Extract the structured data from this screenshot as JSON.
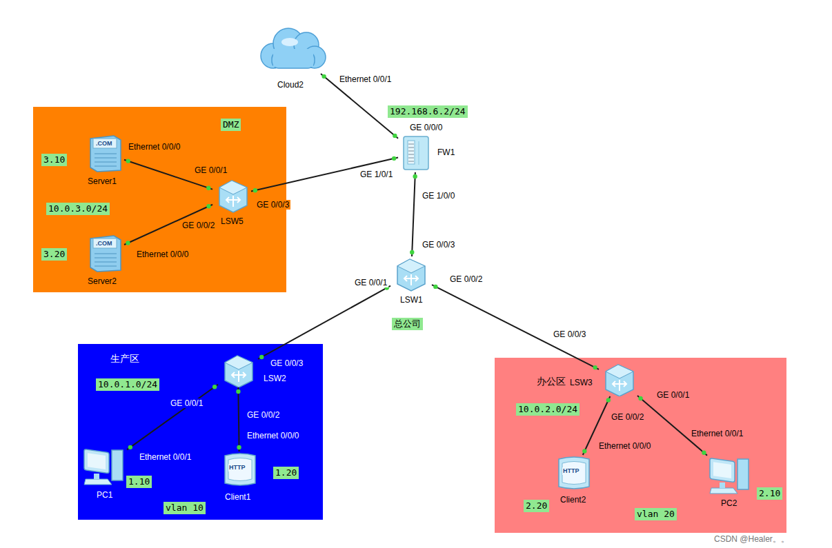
{
  "diagram": {
    "nodes": [
      {
        "text": [
          "Cloud2"
        ]
      },
      {
        "text": [
          "DMZ"
        ]
      },
      {
        "text": [
          "Server1"
        ],
        "in": 1
      },
      {
        "text": [
          "LSW5"
        ],
        "in": 1
      },
      {
        "text": [
          "Server2"
        ],
        "in": 1
      },
      {
        "text": [
          "FW1"
        ]
      },
      {
        "text": [
          "LSW1"
        ]
      },
      {
        "text": [
          "生产区"
        ]
      },
      {
        "text": [
          "LSW2"
        ],
        "in": 7
      },
      {
        "text": [
          "PC1"
        ],
        "in": 7
      },
      {
        "text": [
          "Client1"
        ],
        "in": 7
      },
      {
        "text": [
          "办公区"
        ]
      },
      {
        "text": [
          "LSW3"
        ],
        "in": 11
      },
      {
        "text": [
          "Client2"
        ],
        "in": 11
      },
      {
        "text": [
          "PC2"
        ],
        "in": 11
      }
    ],
    "edges": [
      {
        "from": 0,
        "to": 5,
        "arrow": "none"
      },
      {
        "from": 5,
        "to": 3,
        "arrow": "none"
      },
      {
        "from": 5,
        "to": 6,
        "arrow": "none"
      },
      {
        "from": 3,
        "to": 2,
        "arrow": "none"
      },
      {
        "from": 3,
        "to": 4,
        "arrow": "none"
      },
      {
        "from": 6,
        "to": 8,
        "arrow": "none"
      },
      {
        "from": 6,
        "to": 12,
        "arrow": "none"
      },
      {
        "from": 8,
        "to": 9,
        "arrow": "none"
      },
      {
        "from": 8,
        "to": 10,
        "arrow": "none"
      },
      {
        "from": 12,
        "to": 13,
        "arrow": "none"
      },
      {
        "from": 12,
        "to": 14,
        "arrow": "none"
      }
    ],
    "labels": [
      "Ethernet 0/0/1",
      "192.168.6.2/24",
      "GE 0/0/0",
      "GE 1/0/1",
      "GE 1/0/0",
      ".COM",
      "Ethernet 0/0/0",
      "GE 0/0/1",
      "GE 0/0/3",
      "3.10",
      "10.0.3.0/24",
      "GE 0/0/2",
      ".COM",
      "Ethernet 0/0/0",
      "3.20",
      "GE 0/0/3",
      "GE 0/0/1",
      "GE 0/0/2",
      "总公司",
      "GE 0/0/3",
      "10.0.1.0/24",
      "GE 0/0/1",
      "GE 0/0/2",
      "Ethernet 0/0/0",
      "HTTP",
      "Ethernet 0/0/1",
      "1.10",
      "1.20",
      "vlan 10",
      "GE 0/0/3",
      "10.0.2.0/24",
      "GE 0/0/2",
      "GE 0/0/1",
      "Ethernet 0/0/0",
      "HTTP",
      "Ethernet 0/0/1",
      "2.20",
      "vlan 20",
      "2.10",
      "CSDN @Healer。。"
    ]
  }
}
